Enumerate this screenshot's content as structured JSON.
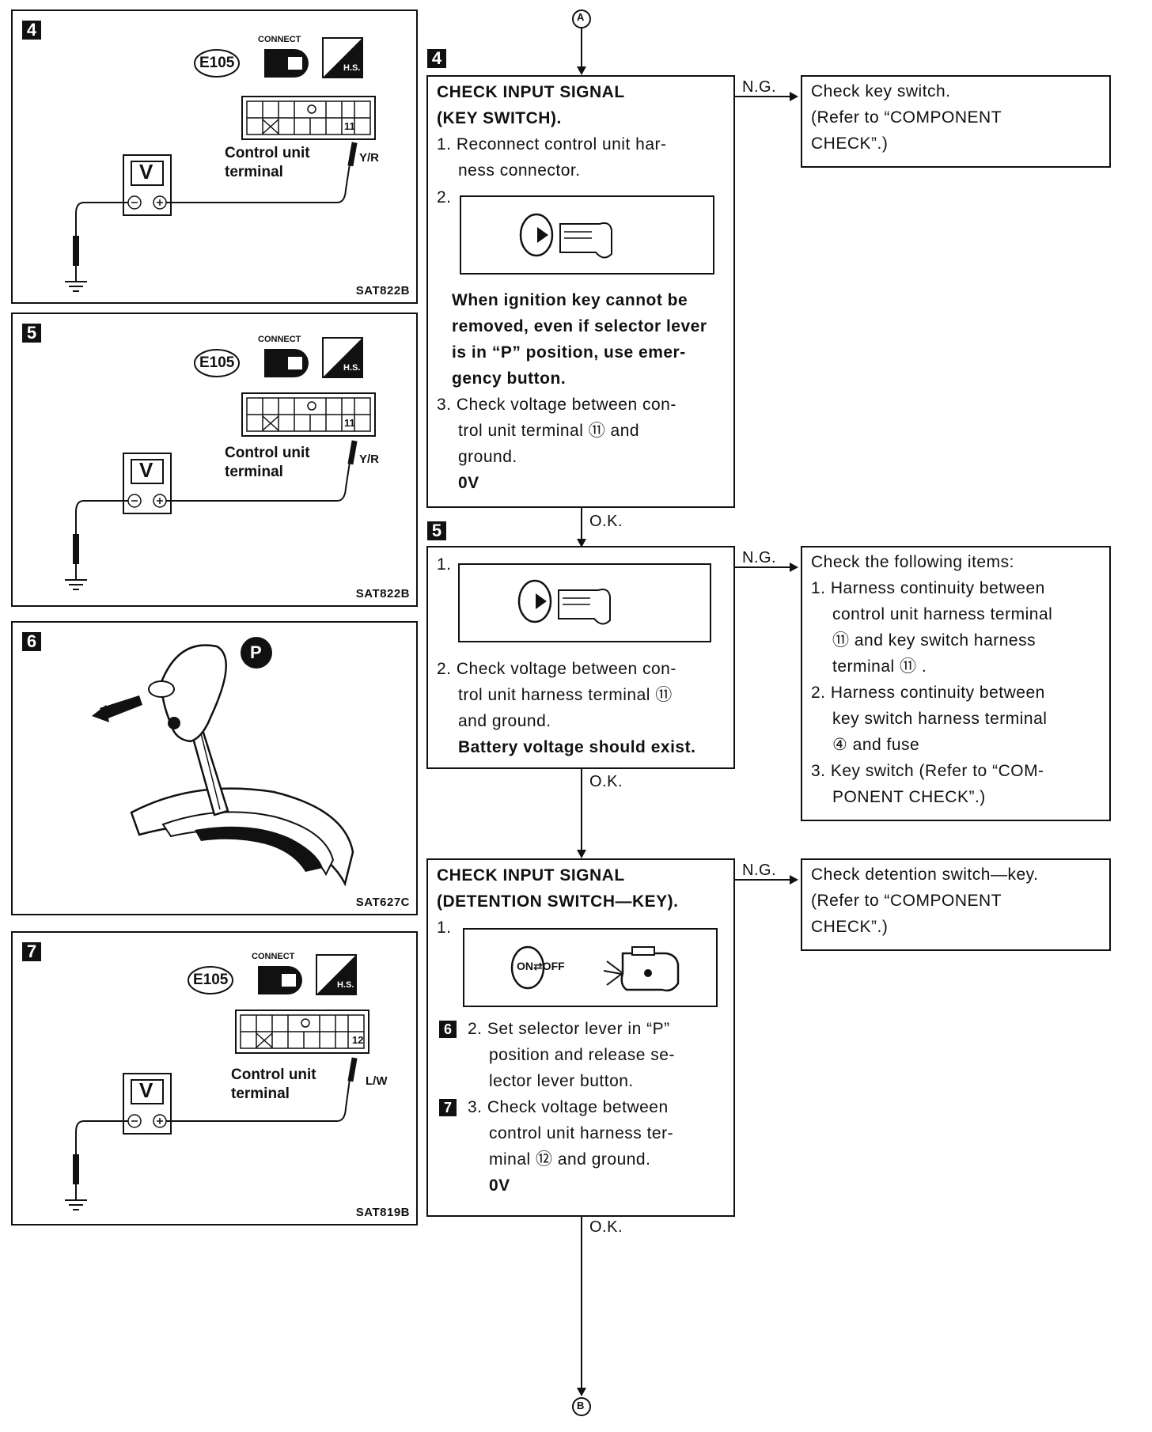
{
  "connectors": {
    "top": "A",
    "bottom": "B"
  },
  "panels": [
    {
      "num": "4",
      "connector": "E105",
      "connect_word": "CONNECT",
      "hs": "H.S.",
      "terminal_num": "11",
      "label": "Control unit\nterminal",
      "wire": "Y/R",
      "meter": "V",
      "ref": "SAT822B"
    },
    {
      "num": "5",
      "connector": "E105",
      "connect_word": "CONNECT",
      "hs": "H.S.",
      "terminal_num": "11",
      "label": "Control unit\nterminal",
      "wire": "Y/R",
      "meter": "V",
      "ref": "SAT822B"
    },
    {
      "num": "6",
      "gear": "P",
      "ref": "SAT627C"
    },
    {
      "num": "7",
      "connector": "E105",
      "connect_word": "CONNECT",
      "hs": "H.S.",
      "terminal_num": "12",
      "label": "Control unit\nterminal",
      "wire": "L/W",
      "meter": "V",
      "ref": "SAT819B"
    }
  ],
  "flow": {
    "step4": {
      "num": "4",
      "title1": "CHECK INPUT SIGNAL",
      "title2": "(KEY SWITCH).",
      "l1": "1. Reconnect control unit har-",
      "l2": "ness connector.",
      "l3": "2.",
      "w1": "When ignition key cannot be",
      "w2": "removed, even if selector lever",
      "w3": "is in “P” position, use emer-",
      "w4": "gency button.",
      "l4": "3. Check voltage between con-",
      "l5": "trol unit terminal ⑪ and",
      "l6": "ground.",
      "l7": "0V"
    },
    "ng1": {
      "label": "N.G.",
      "l1": "Check key switch.",
      "l2": "(Refer to “COMPONENT",
      "l3": "CHECK”.)"
    },
    "ok1": "O.K.",
    "step5": {
      "num": "5",
      "l1": "1.",
      "l2": "2. Check voltage between con-",
      "l3": "trol unit harness terminal ⑪",
      "l4": "and ground.",
      "l5": "Battery voltage should exist."
    },
    "ng2": {
      "label": "N.G.",
      "l1": "Check the following items:",
      "l2": "1. Harness continuity between",
      "l3": "control unit harness terminal",
      "l4": "⑪ and key switch harness",
      "l5": "terminal ⑪ .",
      "l6": "2. Harness continuity between",
      "l7": "key switch harness terminal",
      "l8": "④ and fuse",
      "l9": "3. Key switch (Refer to “COM-",
      "l10": "PONENT CHECK”.)"
    },
    "ok2": "O.K.",
    "step6": {
      "title1": "CHECK INPUT SIGNAL",
      "title2": "(DETENTION SWITCH—KEY).",
      "l1": "1.",
      "onoff": "ON⇄OFF",
      "m6": "6",
      "l2": "2. Set selector lever in “P”",
      "l3": "position and release se-",
      "l4": "lector lever button.",
      "m7": "7",
      "l5": "3. Check voltage between",
      "l6": "control unit harness ter-",
      "l7": "minal ⑫ and ground.",
      "l8": "0V"
    },
    "ng3": {
      "label": "N.G.",
      "l1": "Check detention switch—key.",
      "l2": "(Refer to “COMPONENT",
      "l3": "CHECK”.)"
    },
    "ok3": "O.K."
  }
}
